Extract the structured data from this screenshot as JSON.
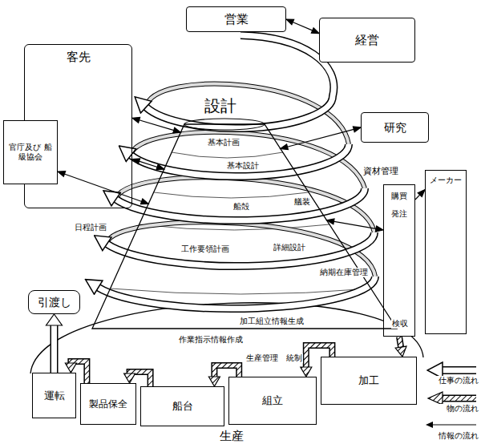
{
  "diagram": {
    "nodes": [
      {
        "text": [
          "営業"
        ]
      },
      {
        "text": [
          "経営"
        ]
      },
      {
        "text": [
          "客先"
        ]
      },
      {
        "text": [
          "官庁及び 船級協会"
        ]
      },
      {
        "text": [
          "研究"
        ]
      },
      {
        "text": [
          "資材管理",
          "購買",
          "発注"
        ]
      },
      {
        "text": [
          "メーカー"
        ]
      },
      {
        "text": [
          "設計"
        ]
      },
      {
        "text": [
          "引渡し"
        ]
      },
      {
        "text": [
          "運転"
        ]
      },
      {
        "text": [
          "製品保全"
        ]
      },
      {
        "text": [
          "船台"
        ]
      },
      {
        "text": [
          "組立"
        ]
      },
      {
        "text": [
          "加工"
        ]
      }
    ],
    "edges": [
      {
        "from": 2,
        "to": 7,
        "arrow": "both"
      },
      {
        "from": 2,
        "to": 7,
        "arrow": "both"
      },
      {
        "from": 3,
        "to": 7,
        "arrow": "both"
      },
      {
        "from": 4,
        "to": 7,
        "arrow": "both"
      },
      {
        "from": 5,
        "to": 7,
        "arrow": "both"
      },
      {
        "from": 0,
        "to": 1,
        "arrow": "both"
      },
      {
        "from": 5,
        "to": 6,
        "arrow": "to"
      },
      {
        "from": 5,
        "to": 13,
        "arrow": "to"
      },
      {
        "from": 13,
        "to": 12,
        "arrow": "to"
      },
      {
        "from": 12,
        "to": 11,
        "arrow": "to"
      },
      {
        "from": 11,
        "to": 10,
        "arrow": "to"
      },
      {
        "from": 10,
        "to": 9,
        "arrow": "to"
      },
      {
        "from": 9,
        "to": 8,
        "arrow": "to"
      }
    ],
    "labels": [
      "基本計画",
      "基本設計",
      "船殻",
      "艤装",
      "日程計画",
      "工作要領計画",
      "詳細設計",
      "納期在庫管理",
      "検収",
      "加工組立情報生成",
      "作業指示情報作成",
      "生産管理",
      "統制",
      "生産"
    ],
    "legend": [
      {
        "text": "仕事の流れ"
      },
      {
        "text": "物の流れ"
      },
      {
        "text": "情報の流れ"
      }
    ]
  }
}
